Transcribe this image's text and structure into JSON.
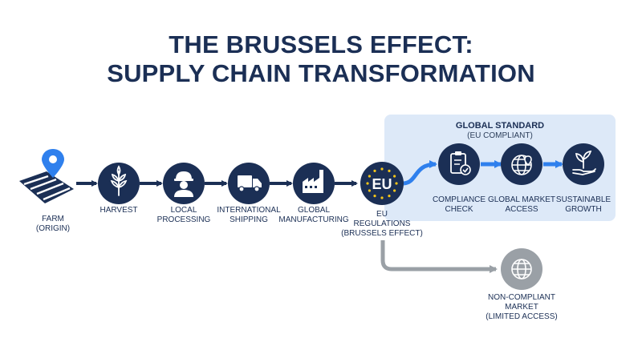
{
  "title": {
    "line1": "THE BRUSSELS EFFECT:",
    "line2": "SUPPLY CHAIN TRANSFORMATION"
  },
  "standard": {
    "title": "GLOBAL STANDARD",
    "subtitle": "(EU COMPLIANT)"
  },
  "eu_badge": "EU",
  "steps": {
    "farm": {
      "line1": "FARM",
      "line2": "(ORIGIN)"
    },
    "harvest": {
      "line1": "HARVEST"
    },
    "processing": {
      "line1": "LOCAL",
      "line2": "PROCESSING"
    },
    "shipping": {
      "line1": "INTERNATIONAL",
      "line2": "SHIPPING"
    },
    "manufacturing": {
      "line1": "GLOBAL",
      "line2": "MANUFACTURING"
    },
    "eu": {
      "line1": "EU",
      "line2": "REGULATIONS",
      "line3": "(BRUSSELS EFFECT)"
    },
    "compliance": {
      "line1": "COMPLIANCE",
      "line2": "CHECK"
    },
    "market": {
      "line1": "GLOBAL MARKET",
      "line2": "ACCESS"
    },
    "growth": {
      "line1": "SUSTAINABLE",
      "line2": "GROWTH"
    },
    "noncompliant": {
      "line1": "NON-COMPLIANT",
      "line2": "MARKET",
      "line3": "(LIMITED ACCESS)"
    }
  },
  "colors": {
    "navy": "#1b2f55",
    "blue": "#2f80ed",
    "gray": "#9aa0a6",
    "box": "#dde9f8",
    "star": "#f5c518"
  }
}
